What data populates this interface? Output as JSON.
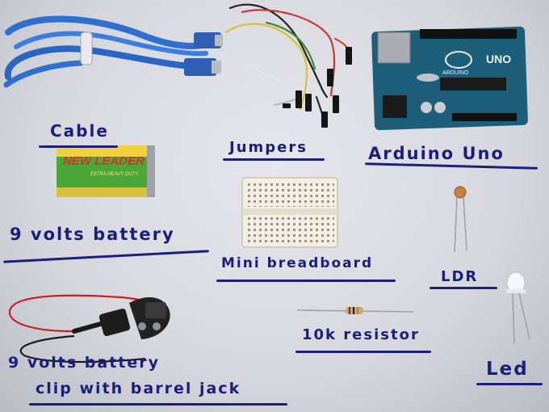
{
  "labels": {
    "cable": "Cable",
    "jumpers": "Jumpers",
    "arduino": "Arduino Uno",
    "battery": "9 volts battery",
    "breadboard": "Mini breadboard",
    "ldr": "LDR",
    "clip_line1": "9 volts battery",
    "clip_line2": "clip with barrel jack",
    "resistor": "10k resistor",
    "led": "Led"
  },
  "printed": {
    "battery_brand": "NEW LEADER",
    "battery_sub": "EXTRA HEAVY DUTY",
    "board_model": "UNO",
    "board_brand": "ARDUINO"
  },
  "colors": {
    "ink": "#1c1f7a",
    "cable_blue": "#2f6fd0",
    "battery_green": "#4aa83a",
    "board_teal": "#1d5f7a"
  }
}
